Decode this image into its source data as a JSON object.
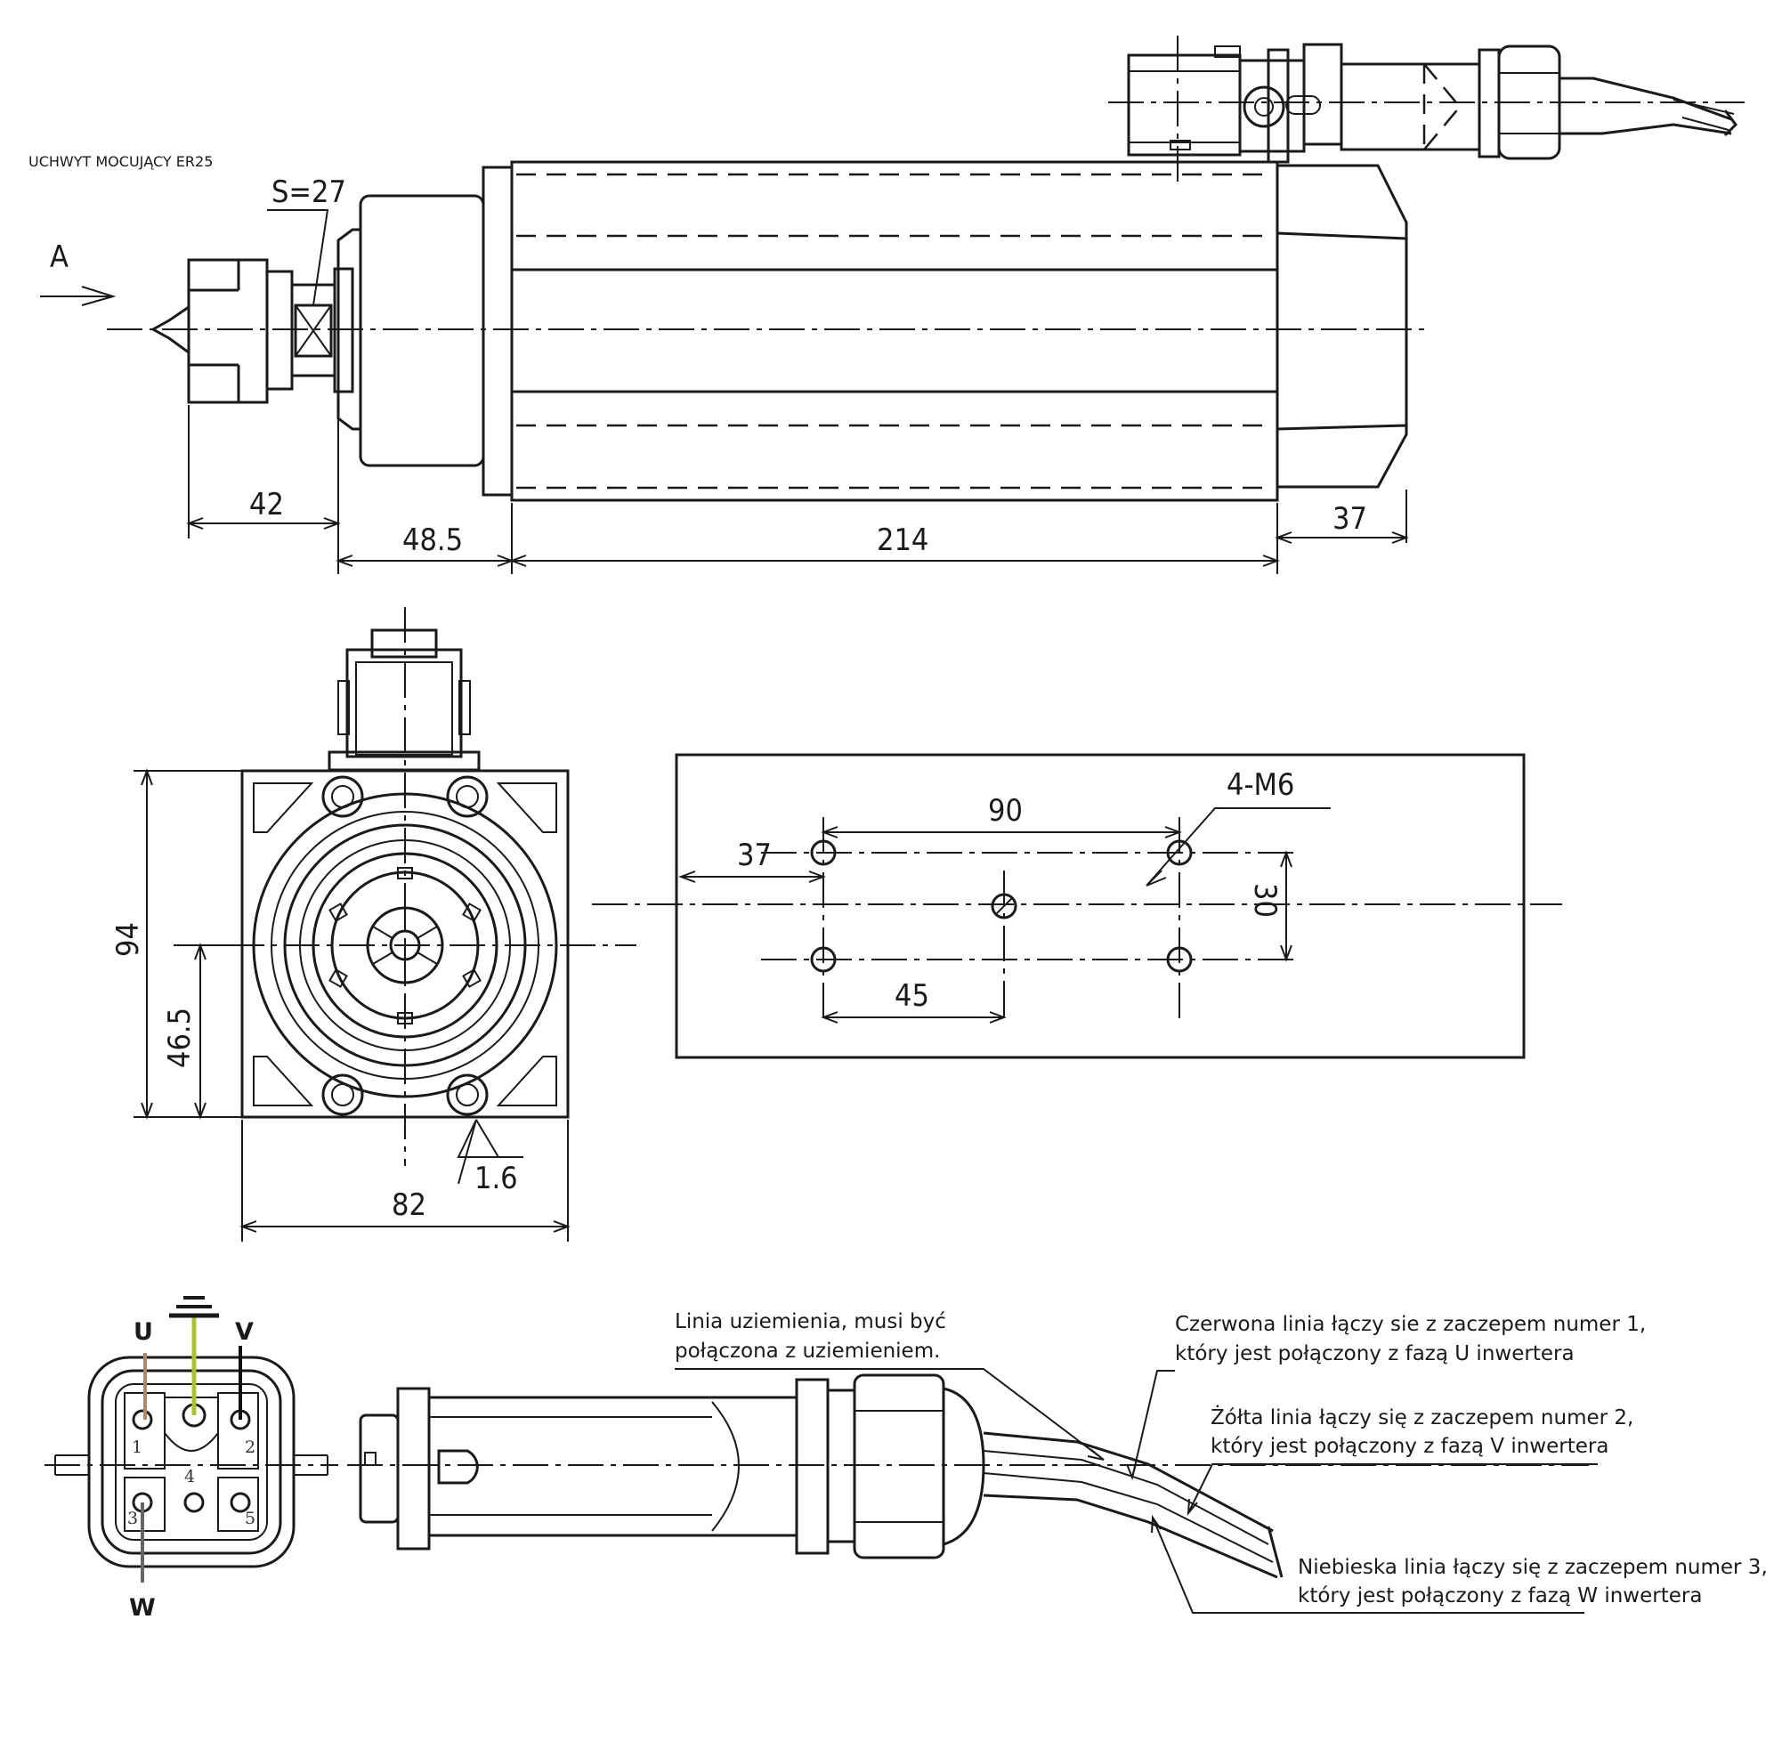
{
  "header": {
    "title": "UCHWYT MOCUJĄCY ER25"
  },
  "side_view": {
    "view_arrow_label": "A",
    "wrench_label": "S=27",
    "dims": [
      "42",
      "48.5",
      "214",
      "37"
    ]
  },
  "front_view": {
    "dims": {
      "height": "94",
      "center_height": "46.5",
      "width": "82",
      "roughness": "1.6"
    }
  },
  "mount_plate": {
    "dims": {
      "thread": "4-M6",
      "hole_spacing_x": "90",
      "edge_offset": "37",
      "hole_spacing_y": "30",
      "center_offset": "45"
    }
  },
  "connector": {
    "pins": {
      "u": "U",
      "v": "V",
      "w": "W"
    },
    "pin_numbers": [
      "1",
      "2",
      "3",
      "4",
      "5"
    ],
    "wire_colors": {
      "u": "#b08868",
      "ground": "#a9c23a",
      "v": "#111111",
      "w": "#666666"
    }
  },
  "annotations": {
    "ground": [
      "Linia uziemienia, musi być",
      "połączona z uziemieniem."
    ],
    "red": [
      "Czerwona linia łączy sie z zaczepem numer 1,",
      "który jest połączony z fazą U inwertera"
    ],
    "yellow": [
      "Żółta linia łączy się z zaczepem numer 2,",
      "który jest połączony z fazą V inwertera"
    ],
    "blue": [
      "Niebieska linia łączy się z zaczepem numer 3,",
      "który jest połączony z fazą W inwertera"
    ]
  }
}
